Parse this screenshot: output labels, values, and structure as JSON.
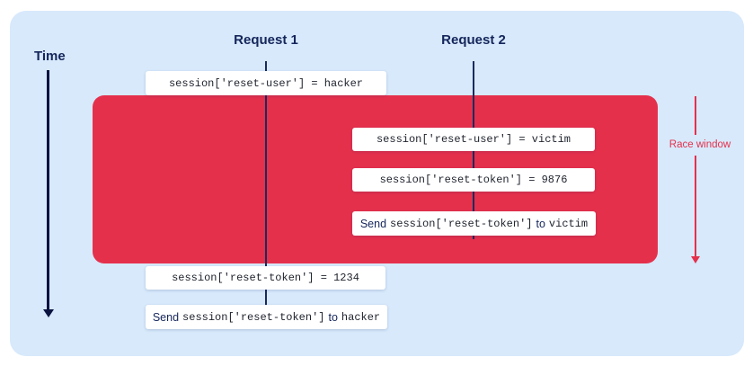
{
  "colors": {
    "panel_background": "#d7e9fb",
    "race_window_fill": "#e5304c",
    "heading_navy": "#15265b",
    "axis_navy": "#0b1340",
    "lifeline_navy": "#1b2a5e",
    "code_text": "#20242e"
  },
  "timeline": {
    "label": "Time"
  },
  "columns": {
    "request1": "Request 1",
    "request2": "Request 2"
  },
  "race_window": {
    "label": "Race window"
  },
  "events": {
    "r1_set_user": "session['reset-user'] = hacker",
    "r2_set_user": "session['reset-user'] = victim",
    "r2_set_token": "session['reset-token'] = 9876",
    "r2_send": {
      "action": "Send",
      "code": "session['reset-token']",
      "connector": "to",
      "recipient": "victim"
    },
    "r1_set_token": "session['reset-token'] = 1234",
    "r1_send": {
      "action": "Send",
      "code": "session['reset-token']",
      "connector": "to",
      "recipient": "hacker"
    }
  }
}
